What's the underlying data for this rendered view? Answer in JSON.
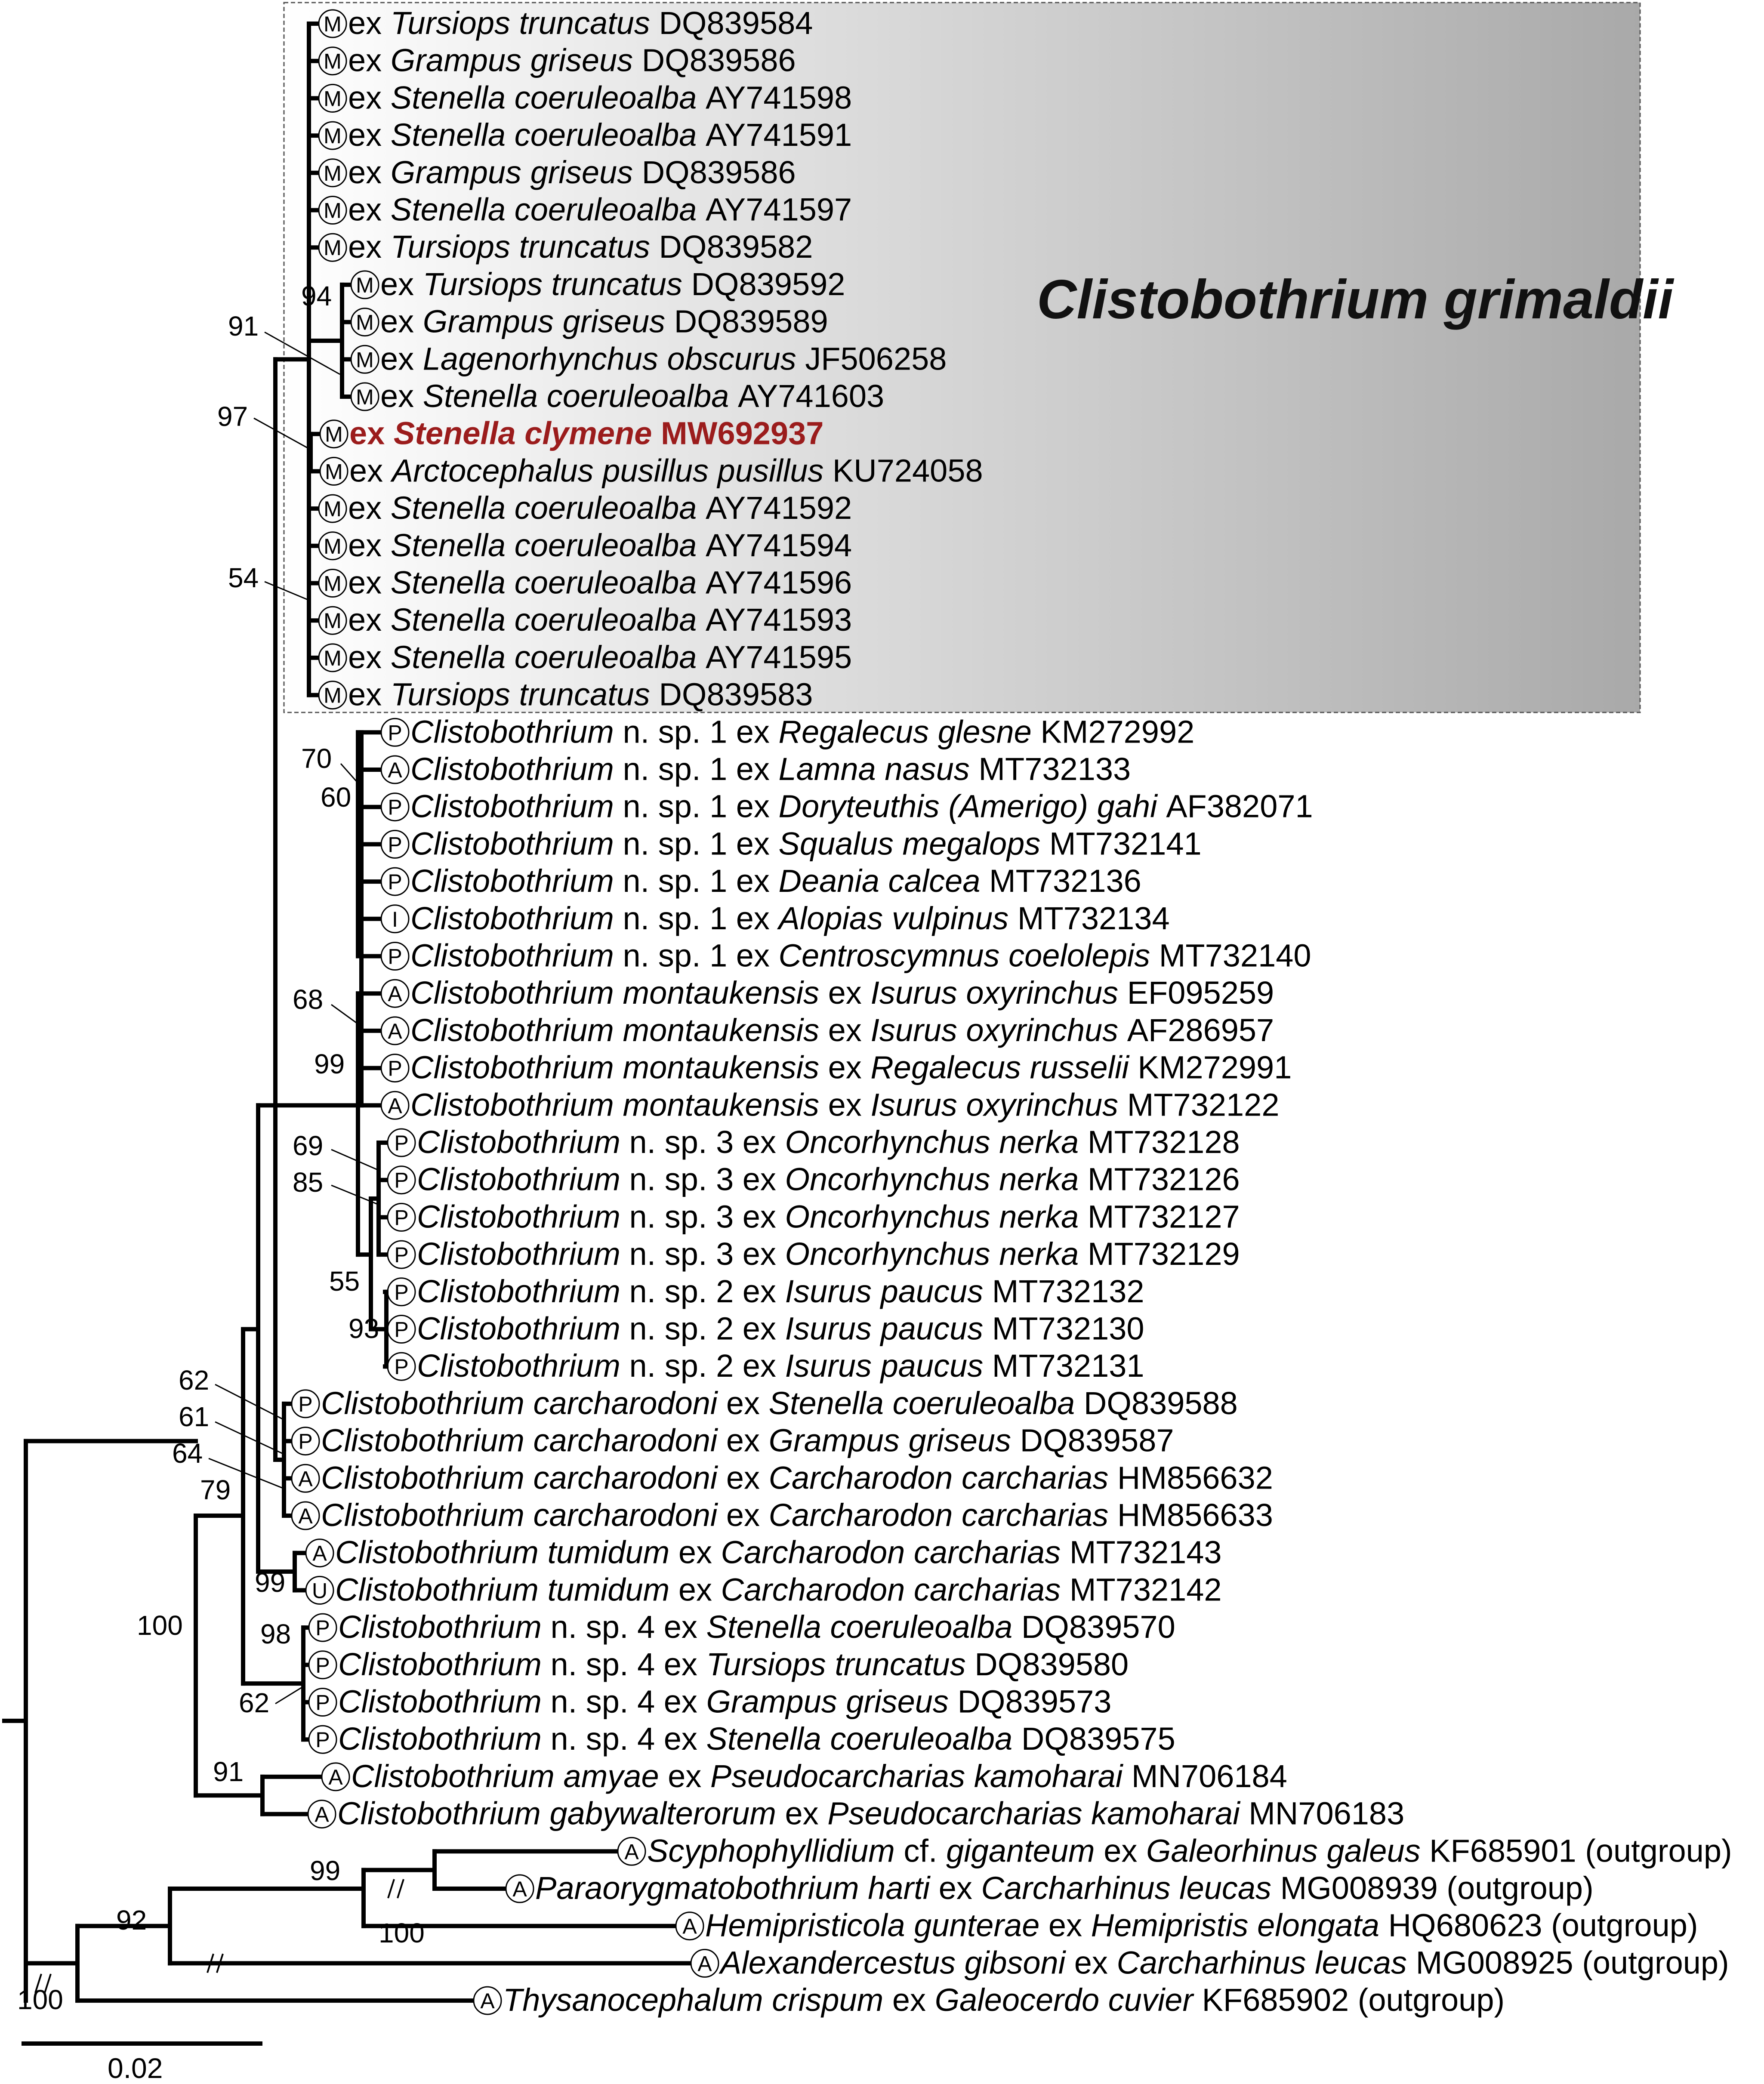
{
  "clade_label": "Clistobothrium grimaldii",
  "scale_bar_label": "0.02",
  "highlight_color": "#9b1c1c",
  "box_gradient": [
    "#ffffff",
    "#a9a9a9"
  ],
  "taxa": [
    {
      "stage": "M",
      "genus": "",
      "ex": "ex",
      "host": "Tursiops truncatus",
      "acc": "DQ839584",
      "note": ""
    },
    {
      "stage": "M",
      "genus": "",
      "ex": "ex",
      "host": "Grampus griseus",
      "acc": "DQ839586",
      "note": ""
    },
    {
      "stage": "M",
      "genus": "",
      "ex": "ex",
      "host": "Stenella coeruleoalba",
      "acc": "AY741598",
      "note": ""
    },
    {
      "stage": "M",
      "genus": "",
      "ex": "ex",
      "host": "Stenella coeruleoalba",
      "acc": "AY741591",
      "note": ""
    },
    {
      "stage": "M",
      "genus": "",
      "ex": "ex",
      "host": "Grampus griseus",
      "acc": "DQ839586",
      "note": ""
    },
    {
      "stage": "M",
      "genus": "",
      "ex": "ex",
      "host": "Stenella coeruleoalba",
      "acc": "AY741597",
      "note": ""
    },
    {
      "stage": "M",
      "genus": "",
      "ex": "ex",
      "host": "Tursiops truncatus",
      "acc": "DQ839582",
      "note": ""
    },
    {
      "stage": "M",
      "genus": "",
      "ex": "ex",
      "host": "Tursiops truncatus",
      "acc": "DQ839592",
      "note": ""
    },
    {
      "stage": "M",
      "genus": "",
      "ex": "ex",
      "host": "Grampus griseus",
      "acc": "DQ839589",
      "note": ""
    },
    {
      "stage": "M",
      "genus": "",
      "ex": "ex",
      "host": "Lagenorhynchus obscurus",
      "acc": "JF506258",
      "note": ""
    },
    {
      "stage": "M",
      "genus": "",
      "ex": "ex",
      "host": "Stenella coeruleoalba",
      "acc": "AY741603",
      "note": ""
    },
    {
      "stage": "M",
      "genus": "",
      "ex": "ex",
      "host": "Stenella clymene",
      "acc": "MW692937",
      "note": "",
      "highlight": true
    },
    {
      "stage": "M",
      "genus": "",
      "ex": "ex",
      "host": "Arctocephalus pusillus pusillus",
      "acc": "KU724058",
      "note": ""
    },
    {
      "stage": "M",
      "genus": "",
      "ex": "ex",
      "host": "Stenella coeruleoalba",
      "acc": "AY741592",
      "note": ""
    },
    {
      "stage": "M",
      "genus": "",
      "ex": "ex",
      "host": "Stenella coeruleoalba",
      "acc": "AY741594",
      "note": ""
    },
    {
      "stage": "M",
      "genus": "",
      "ex": "ex",
      "host": "Stenella coeruleoalba",
      "acc": "AY741596",
      "note": ""
    },
    {
      "stage": "M",
      "genus": "",
      "ex": "ex",
      "host": "Stenella coeruleoalba",
      "acc": "AY741593",
      "note": ""
    },
    {
      "stage": "M",
      "genus": "",
      "ex": "ex",
      "host": "Stenella coeruleoalba",
      "acc": "AY741595",
      "note": ""
    },
    {
      "stage": "M",
      "genus": "",
      "ex": "ex",
      "host": "Tursiops truncatus",
      "acc": "DQ839583",
      "note": ""
    },
    {
      "stage": "P",
      "genus": "Clistobothrium",
      "sp": "n. sp. 1",
      "ex": "ex",
      "host": "Regalecus glesne",
      "acc": "KM272992",
      "note": ""
    },
    {
      "stage": "A",
      "genus": "Clistobothrium",
      "sp": "n. sp. 1",
      "ex": "ex",
      "host": "Lamna nasus",
      "acc": "MT732133",
      "note": ""
    },
    {
      "stage": "P",
      "genus": "Clistobothrium",
      "sp": "n. sp. 1",
      "ex": "ex",
      "host": "Doryteuthis (Amerigo) gahi",
      "acc": "AF382071",
      "note": ""
    },
    {
      "stage": "P",
      "genus": "Clistobothrium",
      "sp": "n. sp. 1",
      "ex": "ex",
      "host": "Squalus megalops",
      "acc": "MT732141",
      "note": ""
    },
    {
      "stage": "P",
      "genus": "Clistobothrium",
      "sp": "n. sp. 1",
      "ex": "ex",
      "host": "Deania calcea",
      "acc": "MT732136",
      "note": ""
    },
    {
      "stage": "I",
      "genus": "Clistobothrium",
      "sp": "n. sp. 1",
      "ex": "ex",
      "host": "Alopias vulpinus",
      "acc": "MT732134",
      "note": ""
    },
    {
      "stage": "P",
      "genus": "Clistobothrium",
      "sp": "n. sp. 1",
      "ex": "ex",
      "host": "Centroscymnus coelolepis",
      "acc": "MT732140",
      "note": ""
    },
    {
      "stage": "A",
      "genus": "Clistobothrium montaukensis",
      "ex": "ex",
      "host": "Isurus oxyrinchus",
      "acc": "EF095259",
      "note": ""
    },
    {
      "stage": "A",
      "genus": "Clistobothrium montaukensis",
      "ex": "ex",
      "host": "Isurus oxyrinchus",
      "acc": "AF286957",
      "note": ""
    },
    {
      "stage": "P",
      "genus": "Clistobothrium montaukensis",
      "ex": "ex",
      "host": "Regalecus russelii",
      "acc": "KM272991",
      "note": ""
    },
    {
      "stage": "A",
      "genus": "Clistobothrium montaukensis",
      "ex": "ex",
      "host": "Isurus oxyrinchus",
      "acc": "MT732122",
      "note": ""
    },
    {
      "stage": "P",
      "genus": "Clistobothrium",
      "sp": "n. sp. 3",
      "ex": "ex",
      "host": "Oncorhynchus nerka",
      "acc": "MT732128",
      "note": ""
    },
    {
      "stage": "P",
      "genus": "Clistobothrium",
      "sp": "n. sp. 3",
      "ex": "ex",
      "host": "Oncorhynchus nerka",
      "acc": "MT732126",
      "note": ""
    },
    {
      "stage": "P",
      "genus": "Clistobothrium",
      "sp": "n. sp. 3",
      "ex": "ex",
      "host": "Oncorhynchus nerka",
      "acc": "MT732127",
      "note": ""
    },
    {
      "stage": "P",
      "genus": "Clistobothrium",
      "sp": "n. sp. 3",
      "ex": "ex",
      "host": "Oncorhynchus nerka",
      "acc": "MT732129",
      "note": ""
    },
    {
      "stage": "P",
      "genus": "Clistobothrium",
      "sp": "n. sp. 2",
      "ex": "ex",
      "host": "Isurus paucus",
      "acc": "MT732132",
      "note": ""
    },
    {
      "stage": "P",
      "genus": "Clistobothrium",
      "sp": "n. sp. 2",
      "ex": "ex",
      "host": "Isurus paucus",
      "acc": "MT732130",
      "note": ""
    },
    {
      "stage": "P",
      "genus": "Clistobothrium",
      "sp": "n. sp. 2",
      "ex": "ex",
      "host": "Isurus paucus",
      "acc": "MT732131",
      "note": ""
    },
    {
      "stage": "P",
      "genus": "Clistobothrium carcharodoni",
      "ex": "ex",
      "host": "Stenella coeruleoalba",
      "acc": "DQ839588",
      "note": ""
    },
    {
      "stage": "P",
      "genus": "Clistobothrium carcharodoni",
      "ex": "ex",
      "host": "Grampus griseus",
      "acc": "DQ839587",
      "note": ""
    },
    {
      "stage": "A",
      "genus": "Clistobothrium carcharodoni",
      "ex": "ex",
      "host": "Carcharodon carcharias",
      "acc": "HM856632",
      "note": ""
    },
    {
      "stage": "A",
      "genus": "Clistobothrium carcharodoni",
      "ex": "ex",
      "host": "Carcharodon carcharias",
      "acc": "HM856633",
      "note": ""
    },
    {
      "stage": "A",
      "genus": "Clistobothrium tumidum",
      "ex": "ex",
      "host": "Carcharodon carcharias",
      "acc": "MT732143",
      "note": ""
    },
    {
      "stage": "U",
      "genus": "Clistobothrium tumidum",
      "ex": "ex",
      "host": "Carcharodon carcharias",
      "acc": "MT732142",
      "note": ""
    },
    {
      "stage": "P",
      "genus": "Clistobothrium",
      "sp": "n. sp. 4",
      "ex": "ex",
      "host": "Stenella coeruleoalba",
      "acc": "DQ839570",
      "note": ""
    },
    {
      "stage": "P",
      "genus": "Clistobothrium",
      "sp": "n. sp. 4",
      "ex": "ex",
      "host": "Tursiops truncatus",
      "acc": "DQ839580",
      "note": ""
    },
    {
      "stage": "P",
      "genus": "Clistobothrium",
      "sp": "n. sp. 4",
      "ex": "ex",
      "host": "Grampus griseus",
      "acc": "DQ839573",
      "note": ""
    },
    {
      "stage": "P",
      "genus": "Clistobothrium",
      "sp": "n. sp. 4",
      "ex": "ex",
      "host": "Stenella coeruleoalba",
      "acc": "DQ839575",
      "note": ""
    },
    {
      "stage": "A",
      "genus": "Clistobothrium amyae",
      "ex": "ex",
      "host": "Pseudocarcharias kamoharai",
      "acc": "MN706184",
      "note": ""
    },
    {
      "stage": "A",
      "genus": "Clistobothrium gabywalterorum",
      "ex": "ex",
      "host": "Pseudocarcharias kamoharai",
      "acc": "MN706183",
      "note": ""
    },
    {
      "stage": "A",
      "genus": "Scyphophyllidium",
      "sp": "cf.",
      "epithet": "giganteum",
      "ex": "ex",
      "host": "Galeorhinus galeus",
      "acc": "KF685901",
      "note": "(outgroup)"
    },
    {
      "stage": "A",
      "genus": "Paraorygmatobothrium harti",
      "ex": "ex",
      "host": "Carcharhinus leucas",
      "acc": "MG008939",
      "note": "(outgroup)"
    },
    {
      "stage": "A",
      "genus": "Hemipristicola gunterae",
      "ex": "ex",
      "host": "Hemipristis elongata",
      "acc": "HQ680623",
      "note": "(outgroup)"
    },
    {
      "stage": "A",
      "genus": "Alexandercestus gibsoni",
      "ex": "ex",
      "host": "Carcharhinus leucas",
      "acc": "MG008925",
      "note": "(outgroup)"
    },
    {
      "stage": "A",
      "genus": "Thysanocephalum crispum",
      "ex": "ex",
      "host": "Galeocerdo cuvier",
      "acc": "KF685902",
      "note": "(outgroup)"
    }
  ],
  "support_values": [
    "94",
    "91",
    "97",
    "54",
    "70",
    "60",
    "68",
    "99",
    "69",
    "85",
    "55",
    "93",
    "62",
    "61",
    "64",
    "79",
    "99",
    "100",
    "98",
    "62",
    "91",
    "99",
    "100",
    "92",
    "100"
  ]
}
